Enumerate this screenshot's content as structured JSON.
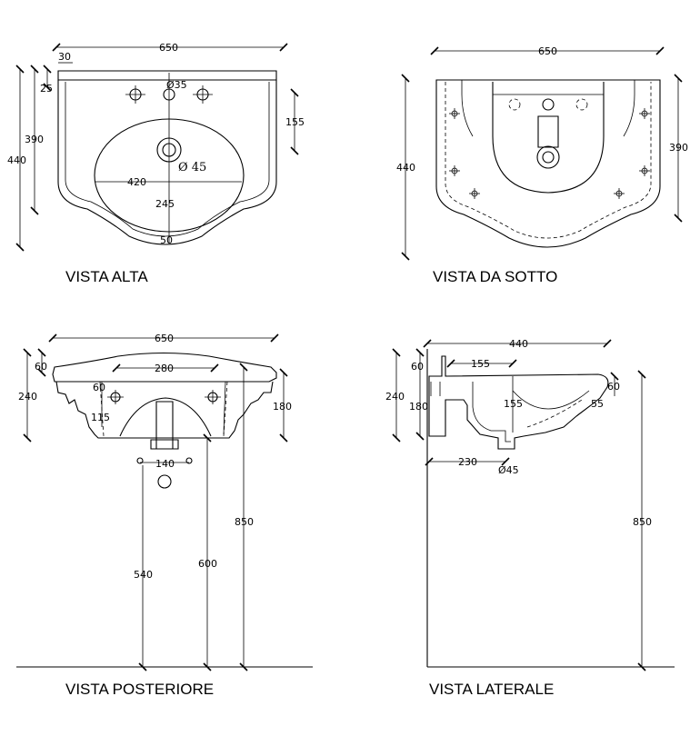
{
  "views": {
    "top": {
      "title": "VISTA ALTA",
      "dims": [
        "650",
        "30",
        "25",
        "390",
        "440",
        "155",
        "420",
        "245",
        "50"
      ],
      "dia_small": "Ø35",
      "dia_large": "Ø 45"
    },
    "bottom": {
      "title": "VISTA DA SOTTO",
      "dims": [
        "650",
        "440",
        "390"
      ]
    },
    "rear": {
      "title": "VISTA POSTERIORE",
      "dims": [
        "650",
        "60",
        "240",
        "280",
        "60",
        "115",
        "180",
        "140",
        "850",
        "540",
        "600"
      ]
    },
    "side": {
      "title": "VISTA LATERALE",
      "dims": [
        "440",
        "155",
        "60",
        "240",
        "180",
        "155",
        "60",
        "55",
        "230",
        "850"
      ],
      "dia": "Ø45"
    }
  }
}
